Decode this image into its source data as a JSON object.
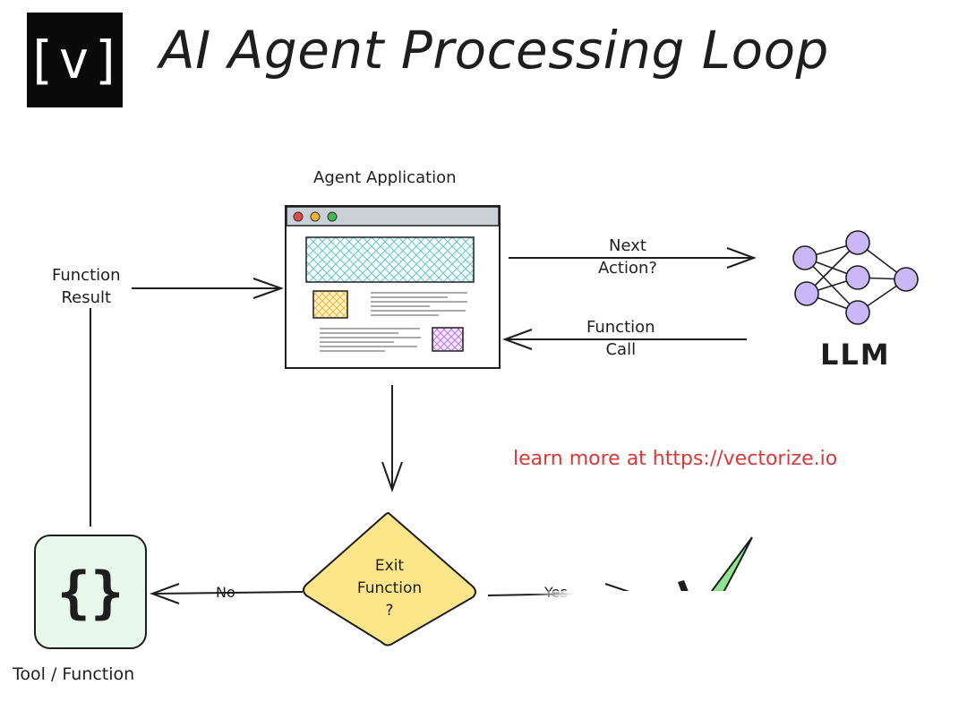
{
  "logo": {
    "text": "[v]"
  },
  "title": "AI Agent Processing Loop",
  "agent_application": {
    "label": "Agent Application"
  },
  "arrows": {
    "next_action": [
      "Next",
      "Action?"
    ],
    "function_call": [
      "Function",
      "Call"
    ],
    "function_result": [
      "Function",
      "Result"
    ],
    "no": "No",
    "yes": "Yes"
  },
  "llm": {
    "label": "LLM"
  },
  "decision": {
    "lines": [
      "Exit",
      "Function",
      "?"
    ]
  },
  "tool": {
    "symbol": "{}",
    "label": "Tool / Function"
  },
  "learn_more": "learn more at https://vectorize.io",
  "colors": {
    "hatch_banner": "#a5e3ea",
    "hatch_yellow": "#ffd883",
    "hatch_purple": "#d6a8f0",
    "neuron": "#c9b7f7",
    "decision_fill": "#fde68a",
    "tool_fill": "#e8f8ec",
    "link_red": "#d63a3a"
  },
  "icons": [
    "window-dots-icon",
    "neural-network-icon",
    "checkmark-icon",
    "curly-braces-icon"
  ]
}
